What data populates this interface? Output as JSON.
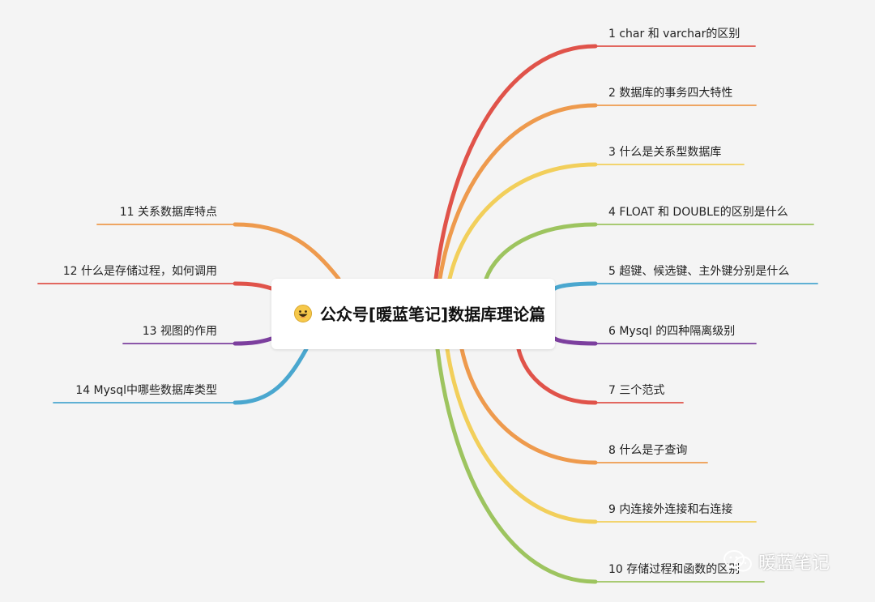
{
  "root": {
    "title": "公众号[暖蓝笔记]数据库理论篇"
  },
  "branches_right": [
    {
      "label": "1 char 和 varchar的区别",
      "color": "#e0534a"
    },
    {
      "label": "2 数据库的事务四大特性",
      "color": "#ee9a4d"
    },
    {
      "label": "3 什么是关系型数据库",
      "color": "#f2cf5b"
    },
    {
      "label": "4 FLOAT 和 DOUBLE的区别是什么",
      "color": "#9dc45f"
    },
    {
      "label": "5 超键、候选键、主外键分别是什么",
      "color": "#4aa7cf"
    },
    {
      "label": "6 Mysql 的四种隔离级别",
      "color": "#7c3f9e"
    },
    {
      "label": "7 三个范式",
      "color": "#e0534a"
    },
    {
      "label": "8 什么是子查询",
      "color": "#ee9a4d"
    },
    {
      "label": "9 内连接外连接和右连接",
      "color": "#f2cf5b"
    },
    {
      "label": "10 存储过程和函数的区别",
      "color": "#9dc45f"
    }
  ],
  "branches_left": [
    {
      "label": "11 关系数据库特点",
      "color": "#ee9a4d"
    },
    {
      "label": "12 什么是存储过程，如何调用",
      "color": "#e0534a"
    },
    {
      "label": "13 视图的作用",
      "color": "#7c3f9e"
    },
    {
      "label": "14 Mysql中哪些数据库类型",
      "color": "#4aa7cf"
    }
  ],
  "watermark": {
    "text": "暖蓝笔记",
    "icon": "wechat-icon"
  }
}
